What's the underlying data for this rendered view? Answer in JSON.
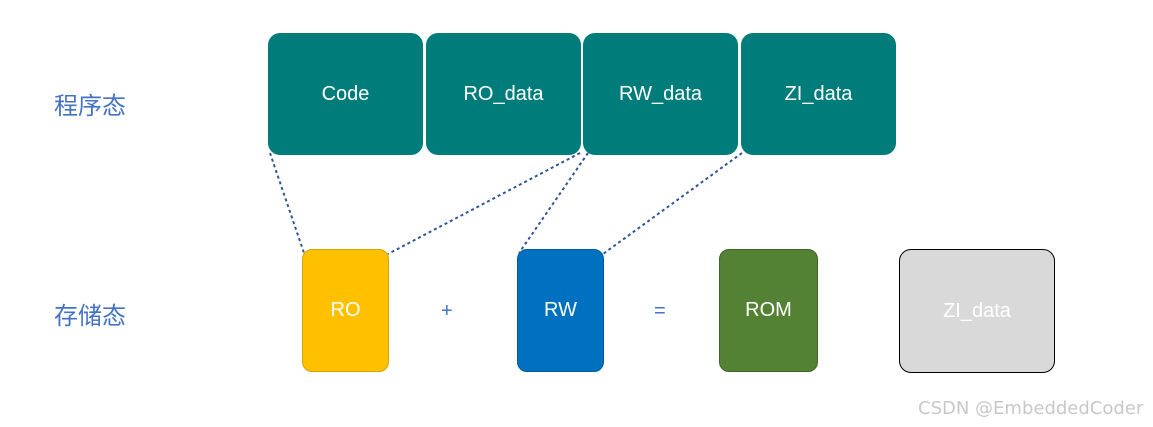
{
  "labels": {
    "program_state": "程序态",
    "storage_state": "存储态"
  },
  "program_segments": [
    {
      "label": "Code"
    },
    {
      "label": "RO_data"
    },
    {
      "label": "RW_data"
    },
    {
      "label": "ZI_data"
    }
  ],
  "storage": {
    "ro": "RO",
    "plus": "+",
    "rw": "RW",
    "equals": "=",
    "rom": "ROM",
    "zi": "ZI_data"
  },
  "colors": {
    "segment": "#007d7a",
    "ro": "#ffc000",
    "rw": "#0070c0",
    "rom": "#548235",
    "zi": "#d9d9d9",
    "label": "#4472c4",
    "connector": "#2f5597"
  },
  "watermark": "CSDN @EmbeddedCoder"
}
